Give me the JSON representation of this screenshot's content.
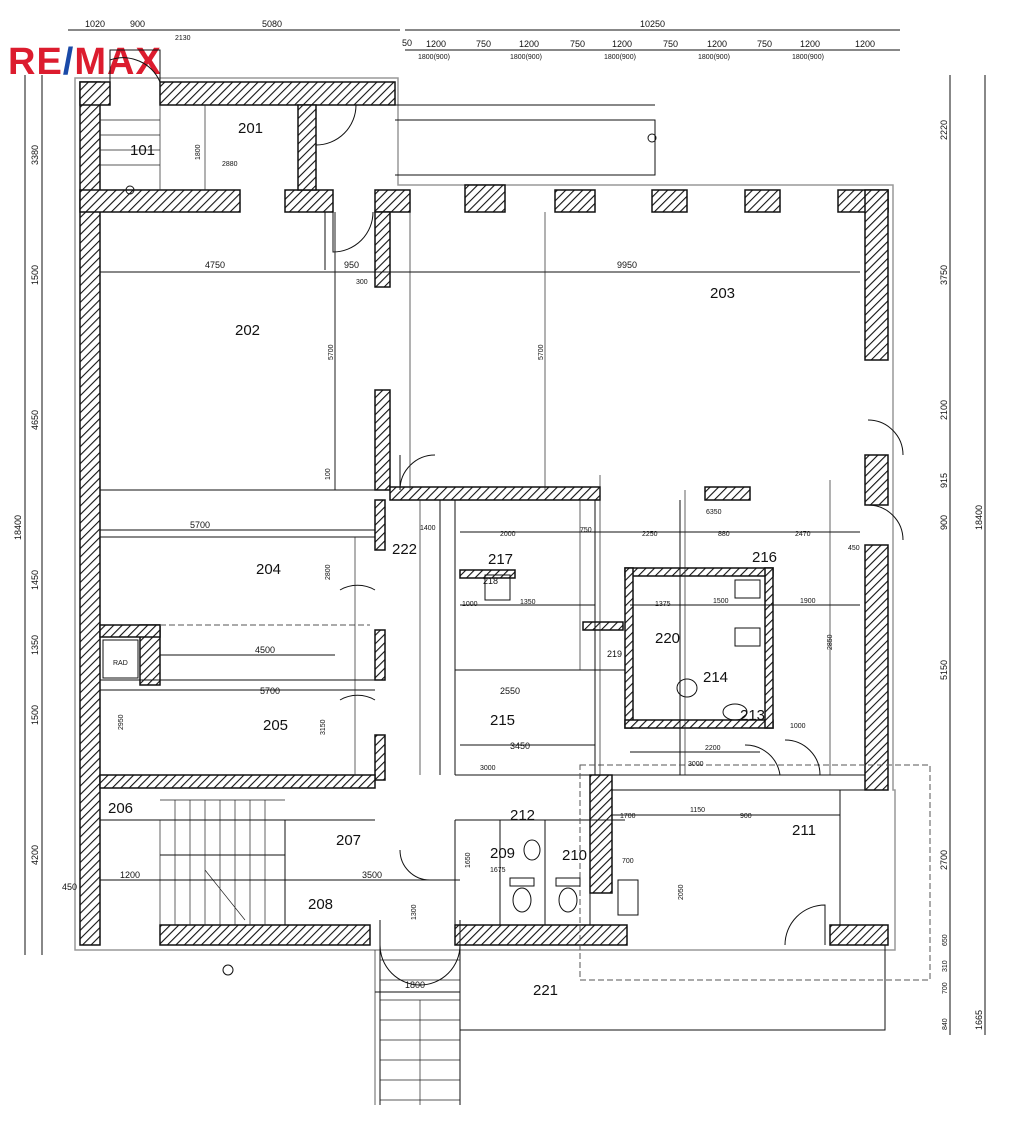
{
  "logo": {
    "text_left": "RE",
    "slash": "/",
    "text_right": "MAX"
  },
  "rooms": {
    "r101": "101",
    "r201": "201",
    "r202": "202",
    "r203": "203",
    "r204": "204",
    "r205": "205",
    "r206": "206",
    "r207": "207",
    "r208": "208",
    "r209": "209",
    "r210": "210",
    "r211": "211",
    "r212": "212",
    "r213": "213",
    "r214": "214",
    "r215": "215",
    "r216": "216",
    "r217": "217",
    "r218": "218",
    "r219": "219",
    "r220": "220",
    "r221": "221",
    "r222": "222"
  },
  "labels": {
    "rad": "RAD"
  },
  "dims_top": [
    "1020",
    "900",
    "5080",
    "10250",
    "50",
    "1200",
    "750",
    "1200",
    "750",
    "1200",
    "750",
    "1200",
    "750",
    "1200",
    "1200",
    "2130"
  ],
  "dims_top_sub": [
    "1800(900)",
    "1800(900)",
    "1800(900)",
    "1800(900)",
    "1800(900)"
  ],
  "dims_left": [
    "3380",
    "1500",
    "4650",
    "1450",
    "1350",
    "1500",
    "4200",
    "18400",
    "450"
  ],
  "dims_right": [
    "2220",
    "3750",
    "2100",
    "915",
    "900",
    "5150",
    "2700",
    "310",
    "700",
    "650",
    "840",
    "1665",
    "18400"
  ],
  "dims_inner": [
    "1800",
    "2880",
    "4750",
    "950",
    "9950",
    "5700",
    "5700",
    "5700",
    "4500",
    "5700",
    "3150",
    "2950",
    "2800",
    "1400",
    "2000",
    "750",
    "2250",
    "880",
    "2470",
    "6350",
    "1350",
    "1000",
    "1375",
    "1500",
    "1900",
    "2550",
    "3450",
    "2200",
    "3000",
    "1700",
    "1150",
    "900",
    "3500",
    "1200",
    "2050",
    "1300",
    "1675",
    "1650",
    "700",
    "3000",
    "1000",
    "2850",
    "450",
    "300",
    "100"
  ]
}
